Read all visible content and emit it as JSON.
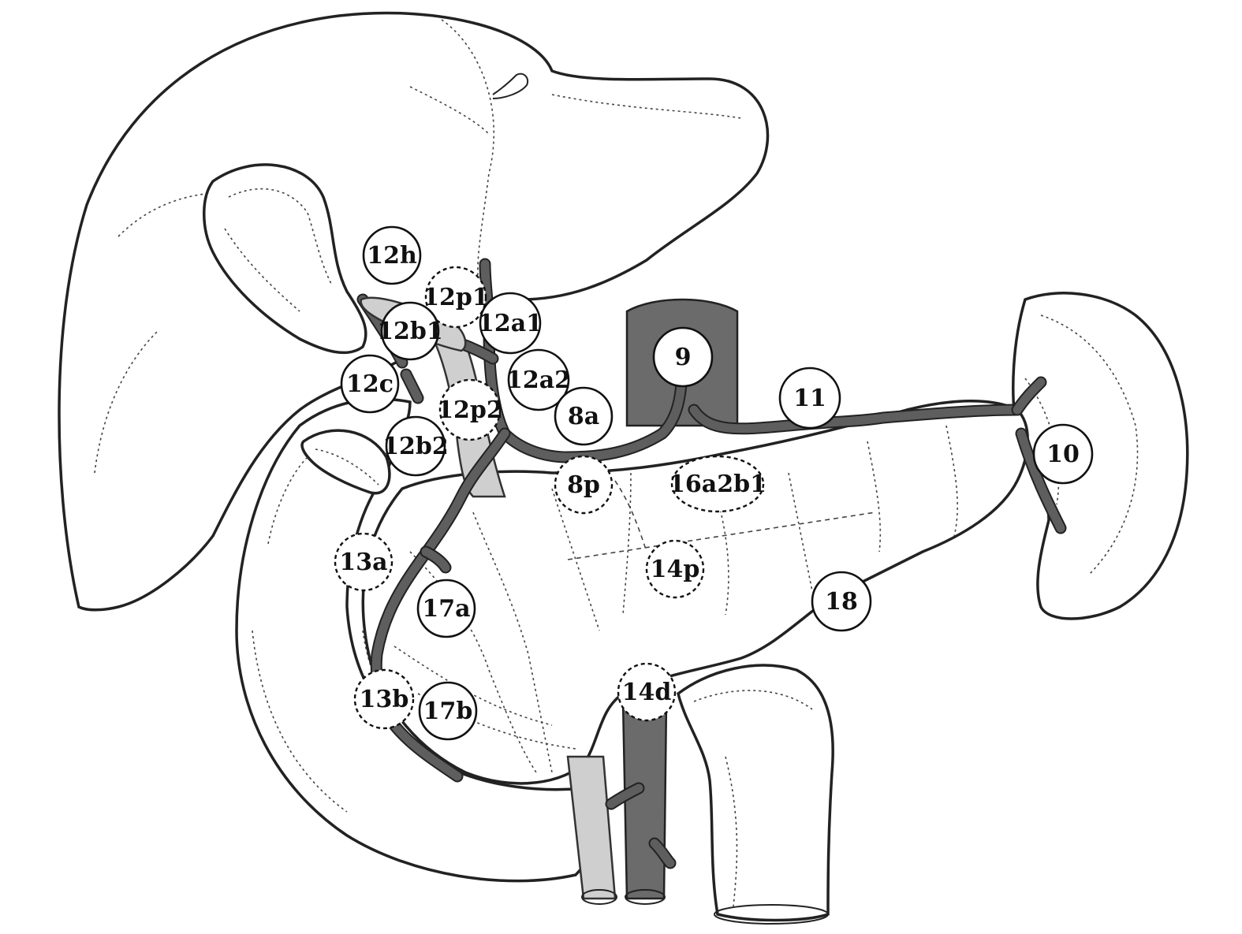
{
  "colors": {
    "outline": "#222222",
    "vessel_dark": "#6b6b6b",
    "vessel_light": "#cfcfcf",
    "node_fill": "#ffffff"
  },
  "nodes": [
    {
      "id": "n12h",
      "label": "12h",
      "style": "solid"
    },
    {
      "id": "n12p1",
      "label": "12p1",
      "style": "dashed"
    },
    {
      "id": "n12a1",
      "label": "12a1",
      "style": "solid"
    },
    {
      "id": "n12b1",
      "label": "12b1",
      "style": "solid"
    },
    {
      "id": "n12a2",
      "label": "12a2",
      "style": "solid"
    },
    {
      "id": "n12c",
      "label": "12c",
      "style": "solid"
    },
    {
      "id": "n12p2",
      "label": "12p2",
      "style": "dashed"
    },
    {
      "id": "n8a",
      "label": "8a",
      "style": "solid"
    },
    {
      "id": "n12b2",
      "label": "12b2",
      "style": "solid"
    },
    {
      "id": "n9",
      "label": "9",
      "style": "solid"
    },
    {
      "id": "n11",
      "label": "11",
      "style": "solid"
    },
    {
      "id": "n10",
      "label": "10",
      "style": "solid"
    },
    {
      "id": "n8p",
      "label": "8p",
      "style": "dashed"
    },
    {
      "id": "n16a2b1",
      "label": "16a2b1",
      "style": "dashed"
    },
    {
      "id": "n13a",
      "label": "13a",
      "style": "dashed"
    },
    {
      "id": "n14p",
      "label": "14p",
      "style": "dashed"
    },
    {
      "id": "n17a",
      "label": "17a",
      "style": "solid"
    },
    {
      "id": "n18",
      "label": "18",
      "style": "solid"
    },
    {
      "id": "n13b",
      "label": "13b",
      "style": "dashed"
    },
    {
      "id": "n17b",
      "label": "17b",
      "style": "solid"
    },
    {
      "id": "n14d",
      "label": "14d",
      "style": "dashed"
    }
  ]
}
